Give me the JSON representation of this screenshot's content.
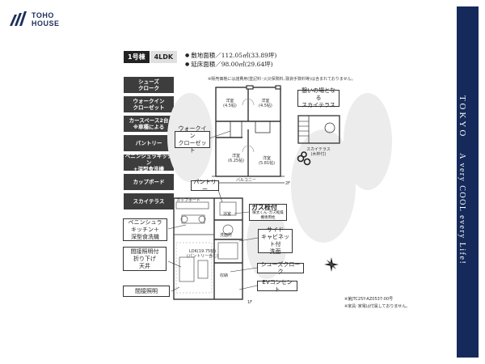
{
  "brand": {
    "line1": "TOHO",
    "line2": "HOUSE",
    "color": "#1e2f5b"
  },
  "side_band": {
    "word": "TOKYO",
    "tagline": "A very COOL every Life!",
    "color": "#15295a"
  },
  "header": {
    "lot": "1号棟",
    "layout": "4LDK",
    "land_area": "敷地面積／112.05㎡(33.89坪)",
    "floor_area": "延床面積／98.00㎡(29.64坪)",
    "price_note": "※販売価格には諸費用(登記料･火災保険料､融資手数料等)は含まれておりません。"
  },
  "features": [
    "シューズ",
    "クローク",
    "ウォークイン",
    "クローゼット",
    "カースペース2台",
    "※車種による",
    "パントリー",
    "ペニンシュラキッチン",
    "+深型食洗機",
    "カップボード",
    "スカイテラス"
  ],
  "floor2": {
    "rooms": [
      {
        "name": "洋室",
        "size": "(4.5帖)"
      },
      {
        "name": "洋室",
        "size": "(4.5帖)"
      },
      {
        "name": "洋室",
        "size": "(6.25帖)"
      },
      {
        "name": "洋室",
        "size": "(5.81帖)"
      }
    ],
    "balcony": "バルコニー",
    "tag": "2F",
    "wic_label": {
      "line1": "ウォークイン",
      "line2": "クローゼット"
    }
  },
  "sky": {
    "callout_line1": "憩いの場となる",
    "callout_line2": "スカイテラス",
    "caption": "スカイテラス",
    "caption_sub": "(木枠付)"
  },
  "floor1": {
    "ldk": "LDK(19.75帖)",
    "ldk_sub": "(パントリー含む)",
    "cupboard": "カップボード",
    "storage": "収納",
    "bath": "浴室",
    "washroom": "洗面所",
    "tag": "1F"
  },
  "callouts": {
    "pantry": "パントリー",
    "gas_line1": "ガス栓付",
    "gas_sub": "暖太くん･ガス乾燥機専用栓",
    "side_line1": "サイド",
    "side_line2": "キャビネット付",
    "side_line3": "洗面",
    "shoes": "シューズクローク",
    "ev": "EVコンセント",
    "peninsula_line1": "ペニンシュラ",
    "peninsula_line2": "キッチン＋",
    "peninsula_line3": "深型食洗機",
    "lighting_line1": "間接照明付",
    "lighting_line2": "折り下げ",
    "lighting_line3": "天井",
    "indirect": "間接照明"
  },
  "footnotes": {
    "line1": "※第JTC25Y-AZ0537-00号",
    "line2": "※家具･家電は付属しておりません。"
  }
}
